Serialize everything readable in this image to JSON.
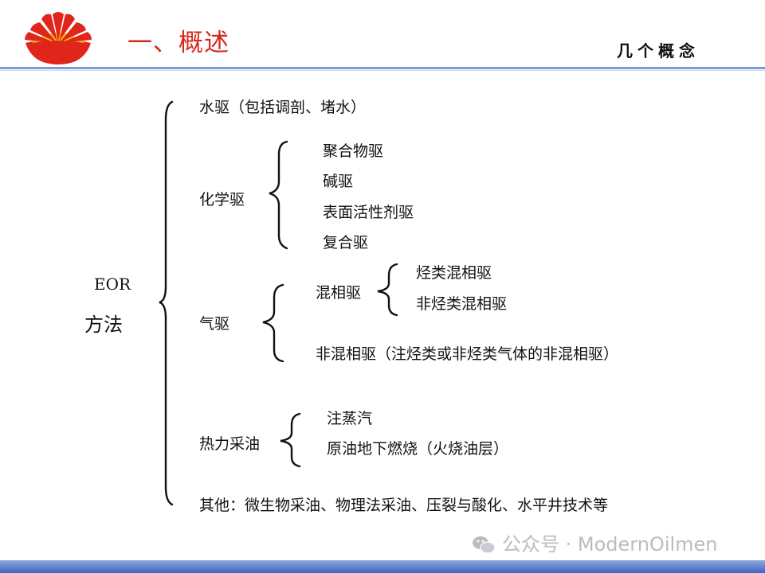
{
  "header": {
    "section_title": "一、概述",
    "right_title": "几个概念"
  },
  "root": {
    "line1": "EOR",
    "line2": "方法"
  },
  "branches": {
    "water": "水驱（包括调剖、堵水）",
    "chemical": {
      "label": "化学驱",
      "items": [
        "聚合物驱",
        "碱驱",
        "表面活性剂驱",
        "复合驱"
      ]
    },
    "gas": {
      "label": "气驱",
      "miscible": {
        "label": "混相驱",
        "items": [
          "烃类混相驱",
          "非烃类混相驱"
        ]
      },
      "immiscible": "非混相驱（注烃类或非烃类气体的非混相驱）"
    },
    "thermal": {
      "label": "热力采油",
      "items": [
        "注蒸汽",
        "原油地下燃烧（火烧油层）"
      ]
    },
    "other": "其他：微生物采油、物理法采油、压裂与酸化、水平井技术等"
  },
  "watermark": "公众号 · ModernOilmen",
  "colors": {
    "title_red": "#d9261c",
    "logo_red": "#e0251b",
    "logo_yellow": "#f7c51b",
    "header_line": "#7a9bd9",
    "footer_bar": "#3f63c0"
  }
}
